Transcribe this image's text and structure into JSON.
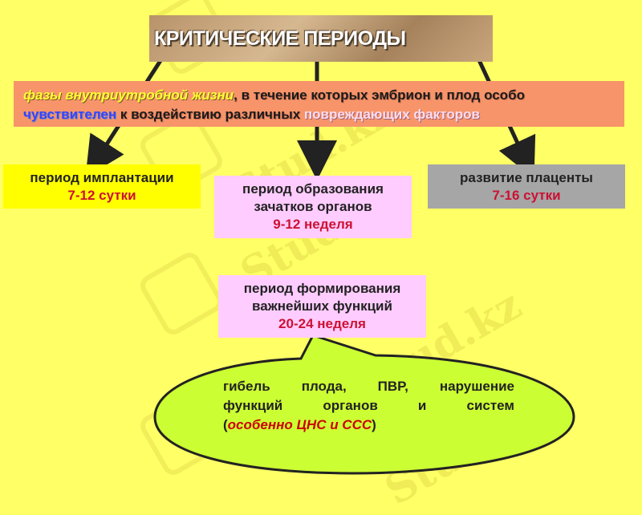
{
  "title": "КРИТИЧЕСКИЕ ПЕРИОДЫ",
  "definition": {
    "part1": "фазы внутриутробной жизни",
    "part2": ", в течение которых эмбрион и плод особо",
    "part3": "чувствителен",
    "part4": " к воздействию различных ",
    "part5": "повреждающих факторов"
  },
  "periods": [
    {
      "label": "период имплантации",
      "value": "7-12 сутки"
    },
    {
      "label_line1": "период образования",
      "label_line2": "зачатков органов",
      "value": "9-12 неделя"
    },
    {
      "label": "развитие плаценты",
      "value": "7-16 сутки"
    },
    {
      "label_line1": "период формирования",
      "label_line2": "важнейших функций",
      "value": "20-24 неделя"
    }
  ],
  "consequence": {
    "line1": "гибель плода, ПВР, нарушение",
    "line2": "функций органов и систем",
    "open_paren": "(",
    "highlight": "особенно ЦНС и ССС",
    "close_paren": ")"
  },
  "watermark": "Stud.kz",
  "colors": {
    "background": "#ffff66",
    "definition_box": "#f7946a",
    "implantation_box": "#ffff00",
    "organ_box": "#ffccff",
    "placenta_box": "#a6a6a6",
    "bubble": "#ccff33",
    "value_text": "#cc1133"
  }
}
